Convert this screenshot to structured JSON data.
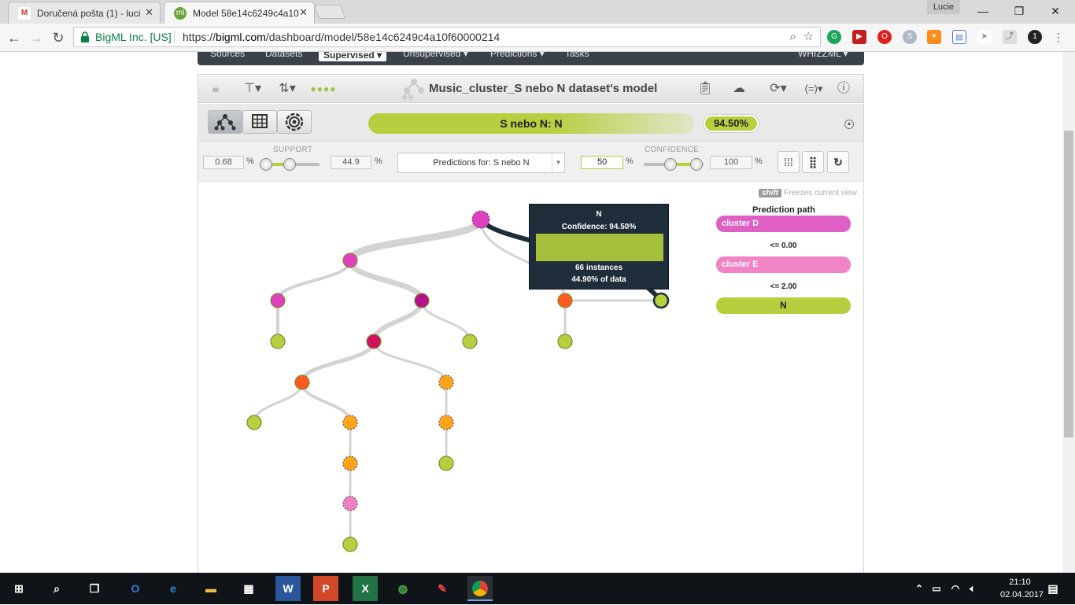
{
  "browser": {
    "tabs": [
      {
        "title": "Doručená pošta (1) - luci",
        "active": false
      },
      {
        "title": "Model 58e14c6249c4a10",
        "active": true
      }
    ],
    "user_badge": "Lucie",
    "url_org": "BigML Inc. [US]",
    "url_scheme": "https://",
    "url_host": "bigml.com",
    "url_path": "/dashboard/model/58e14c6249c4a10f60000214"
  },
  "nav": {
    "items": [
      "Sources",
      "Datasets",
      "Supervised",
      "Unsupervised",
      "Predictions",
      "Tasks"
    ],
    "active": "Supervised",
    "user": "WHIZZML"
  },
  "model": {
    "title": "Music_cluster_S nebo N dataset's model",
    "objective_label": "S nebo N: N",
    "confidence": "94.50%",
    "objective_fill": 0.945
  },
  "filters": {
    "support_label": "SUPPORT",
    "support_min": "0.68",
    "support_max": "44.9",
    "pct": "%",
    "predictions_for": "Predictions for: S nebo N",
    "confidence_label": "CONFIDENCE",
    "confidence_min": "50",
    "confidence_max": "100"
  },
  "shift_hint": {
    "key": "shift",
    "text": "Freezes current view"
  },
  "tooltip": {
    "prediction": "N",
    "confidence": "Confidence: 94.50%",
    "instances": "66 instances",
    "data_pct": "44.90% of data"
  },
  "prediction_path": {
    "title": "Prediction path",
    "steps": [
      {
        "label": "cluster D",
        "color": "#e05fc4"
      },
      {
        "condition": "<= 0.00"
      },
      {
        "label": "cluster E",
        "color": "#f084c6"
      },
      {
        "condition": "<= 2.00"
      },
      {
        "label": "N",
        "color": "#b5cf3e"
      }
    ]
  },
  "colors": {
    "leaf": "#b5cf3e",
    "magenta": "#e040c0",
    "purple": "#b5108a",
    "crimson": "#d1105c",
    "orange_red": "#ff5a1f",
    "orange": "#ffa31a",
    "pink": "#f47fc0"
  },
  "taskbar": {
    "time": "21:10",
    "date": "02.04.2017"
  }
}
